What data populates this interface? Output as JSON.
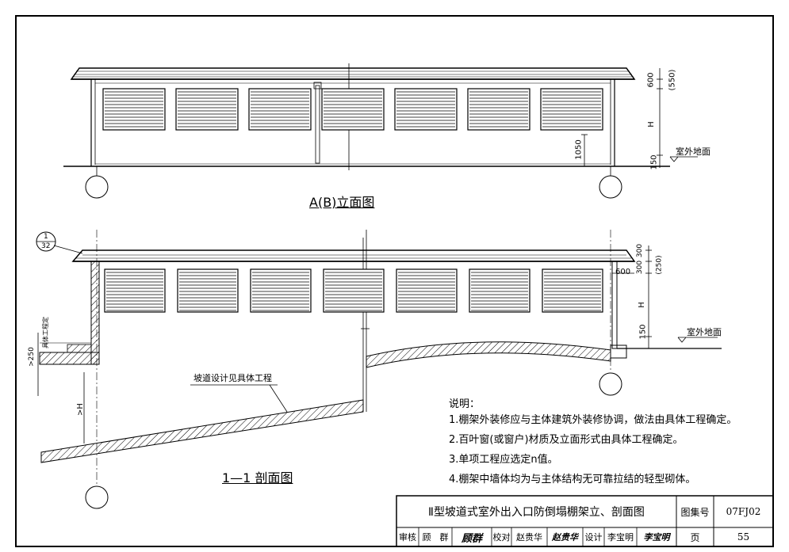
{
  "elevation": {
    "title": "A(B)立面图",
    "dims": {
      "d600": "600",
      "d550": "(550)",
      "dH": "H",
      "d1050": "1050",
      "d150": "150"
    },
    "ground_label": "室外地面"
  },
  "section": {
    "title": "1—1 剖面图",
    "detail_ref_top": "1",
    "detail_ref_bottom": "32",
    "dims": {
      "d600": "600",
      "d300a": "300",
      "d300b": "300",
      "d250": "(250)",
      "dH": "H",
      "d150": "150",
      "d250L": ">250",
      "dHL": ">H"
    },
    "ground_label": "室外地面",
    "left_label": "具体工程定",
    "ramp_label": "坡道设计见具体工程"
  },
  "notes": {
    "title": "说明：",
    "items": [
      "1.棚架外装修应与主体建筑外装修协调，做法由具体工程确定。",
      "2.百叶窗(或窗户)材质及立面形式由具体工程确定。",
      "3.单项工程应选定n值。",
      "4.棚架中墙体均为与主体结构无可靠拉结的轻型砌体。"
    ]
  },
  "title_block": {
    "title": "Ⅱ型坡道式室外出入口防倒塌棚架立、剖面图",
    "atlas_label": "图集号",
    "atlas_no": "07FJ02",
    "page_label": "页",
    "page_no": "55",
    "review_label": "审核",
    "reviewer": "顾　群",
    "check_label": "校对",
    "checker": "赵贵华",
    "design_label": "设计",
    "designer": "李宝明",
    "sig1": "顾群",
    "sig2": "赵贵华",
    "sig3": "李宝明"
  }
}
